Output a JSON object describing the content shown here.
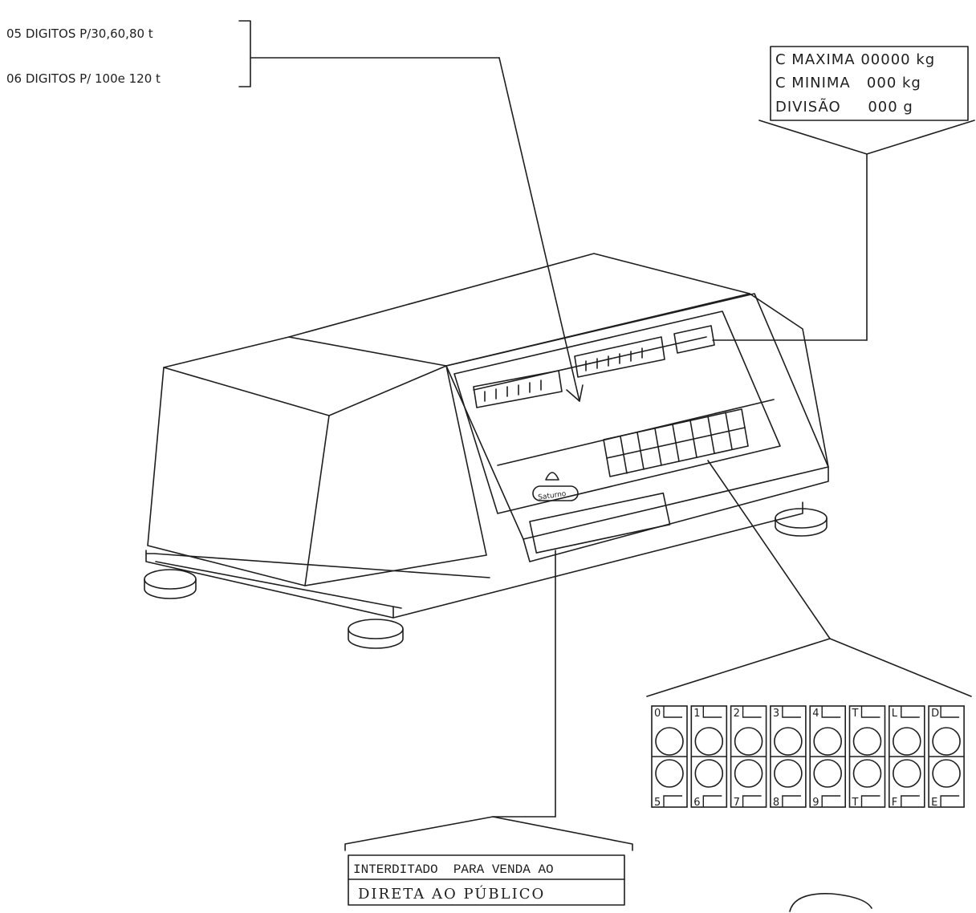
{
  "notes": {
    "digits_5": "05 DIGITOS P/30,60,80 t",
    "digits_6": "06 DIGITOS P/ 100e 120 t"
  },
  "capacity_plate": {
    "max": "C MAXIMA 00000 kg",
    "min": "C MINIMA   000 kg",
    "division": "DIVISÃO     000 g"
  },
  "device": {
    "brand": "Saturno"
  },
  "keypad": {
    "top_row": [
      "0",
      "1",
      "2",
      "3",
      "4",
      "T",
      "L",
      "D"
    ],
    "bottom_row": [
      "5",
      "6",
      "7",
      "8",
      "9",
      "T",
      "F",
      "E"
    ]
  },
  "warning": {
    "line1": "INTERDITADO  PARA VENDA AO",
    "line2": "DIRETA AO PÚBLICO"
  },
  "colors": {
    "ink": "#1e1e1e",
    "paper": "#ffffff"
  }
}
